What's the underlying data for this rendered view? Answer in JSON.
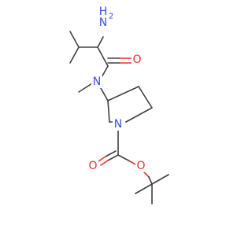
{
  "atoms": {
    "amine": {
      "symbol": "H",
      "subscript": "2",
      "element": "N",
      "color": "#3b4fe0"
    },
    "amide_n": {
      "symbol": "N",
      "color": "#3b4fe0"
    },
    "amide_o": {
      "symbol": "O",
      "color": "#e8322e"
    },
    "ring_n": {
      "symbol": "N",
      "color": "#3b4fe0"
    },
    "carbamate_o_double": {
      "symbol": "O",
      "color": "#e8322e"
    },
    "carbamate_o_single": {
      "symbol": "O",
      "color": "#e8322e"
    }
  },
  "colors": {
    "bond": "#404040",
    "nitrogen": "#3b4fe0",
    "oxygen": "#e8322e",
    "background": "#ffffff"
  }
}
